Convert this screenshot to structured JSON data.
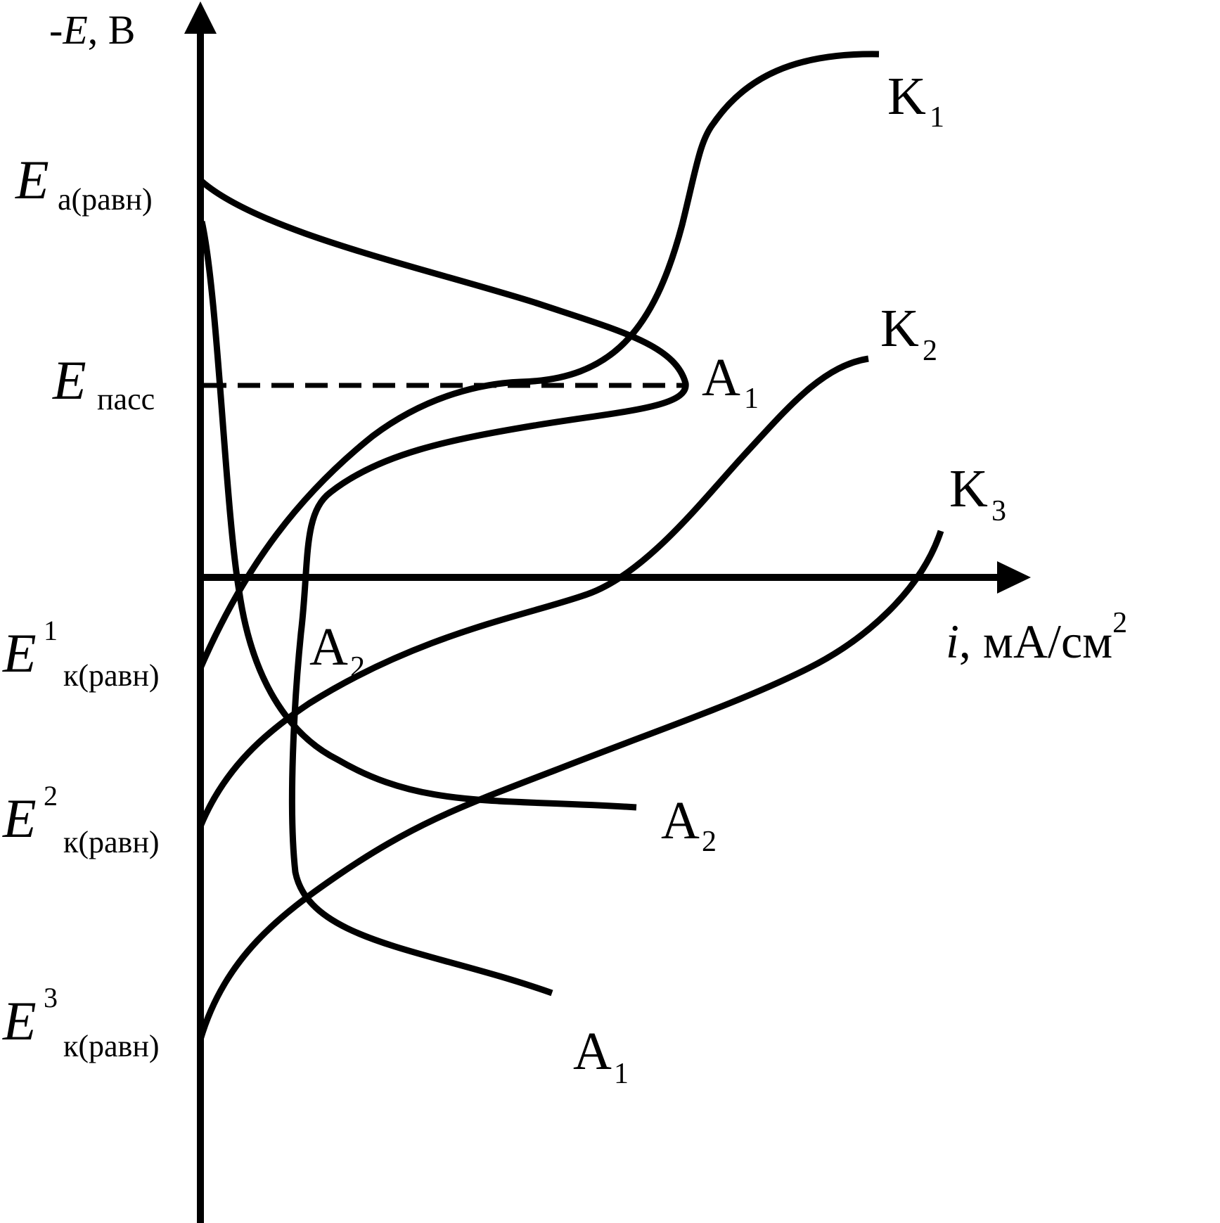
{
  "axes": {
    "y_label_prefix": "-",
    "y_label_var": "E",
    "y_label_unit": ", B",
    "x_label_var": "i",
    "x_label_unit": ", мА/см",
    "x_label_exp": "2"
  },
  "potentials": [
    {
      "sym": "E",
      "sup": "",
      "sub": "а(равн)"
    },
    {
      "sym": "E",
      "sup": "",
      "sub": "пасс"
    },
    {
      "sym": "E",
      "sup": "1",
      "sub": "к(равн)"
    },
    {
      "sym": "E",
      "sup": "2",
      "sub": "к(равн)"
    },
    {
      "sym": "E",
      "sup": "3",
      "sub": "к(равн)"
    }
  ],
  "curve_labels": {
    "k1": {
      "main": "K",
      "sub": "1"
    },
    "k2": {
      "main": "K",
      "sub": "2"
    },
    "k3": {
      "main": "K",
      "sub": "3"
    },
    "a1_peak": {
      "main": "A",
      "sub": "1"
    },
    "a1_end": {
      "main": "A",
      "sub": "1"
    },
    "a2_mid": {
      "main": "A",
      "sub": "2"
    },
    "a2_end": {
      "main": "A",
      "sub": "2"
    }
  },
  "colors": {
    "ink": "#000000",
    "background": "#ffffff"
  }
}
